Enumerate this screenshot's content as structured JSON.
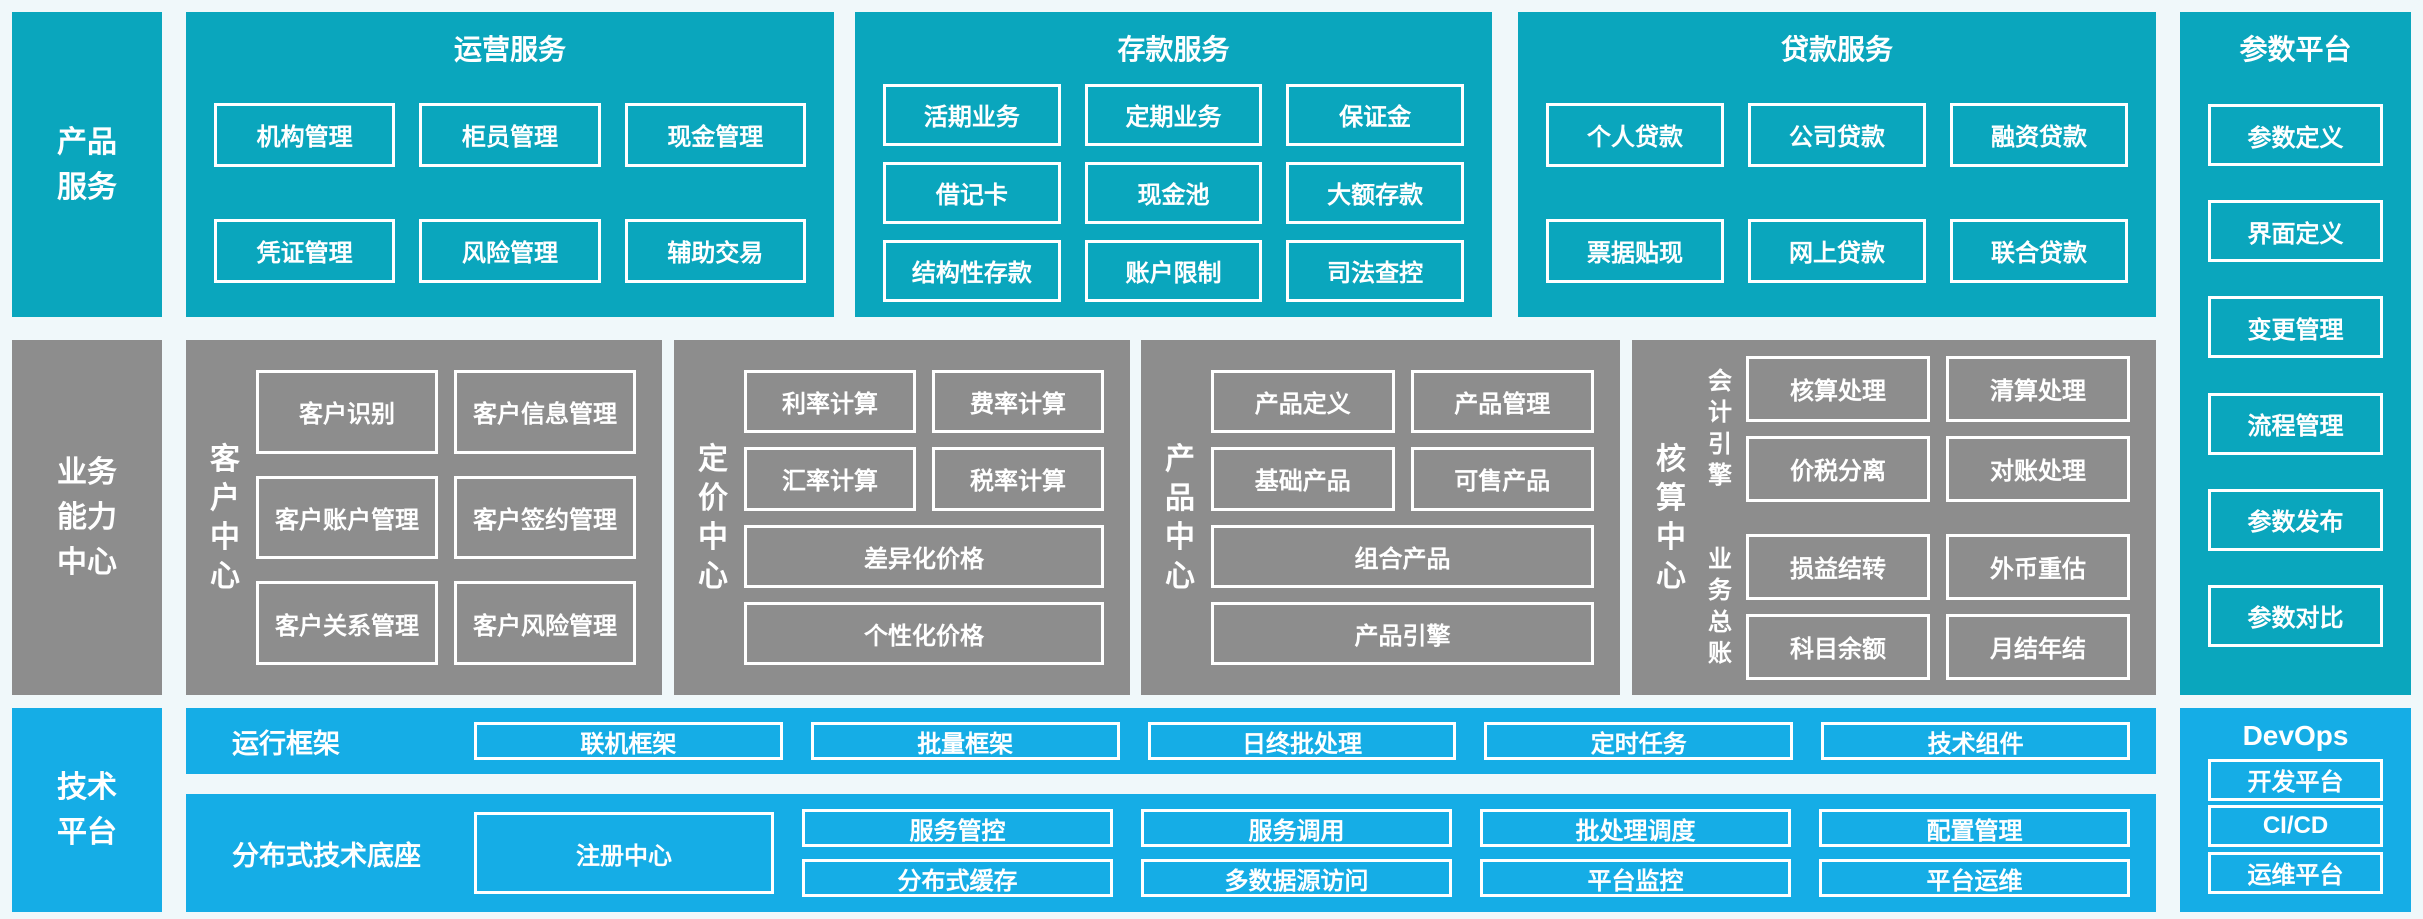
{
  "colors": {
    "teal": "#0AA6BD",
    "blue": "#15ADE6",
    "gray": "#8D8D8D",
    "background": "#F0F8FA",
    "text": "#FFFFFF"
  },
  "top": {
    "sidebar": "产品服务",
    "operations": {
      "title": "运营服务",
      "buttons": [
        "机构管理",
        "柜员管理",
        "现金管理",
        "凭证管理",
        "风险管理",
        "辅助交易"
      ]
    },
    "deposit": {
      "title": "存款服务",
      "buttons": [
        "活期业务",
        "定期业务",
        "保证金",
        "借记卡",
        "现金池",
        "大额存款",
        "结构性存款",
        "账户限制",
        "司法查控"
      ]
    },
    "loan": {
      "title": "贷款服务",
      "buttons": [
        "个人贷款",
        "公司贷款",
        "融资贷款",
        "票据贴现",
        "网上贷款",
        "联合贷款"
      ]
    }
  },
  "params": {
    "title": "参数平台",
    "buttons": [
      "参数定义",
      "界面定义",
      "变更管理",
      "流程管理",
      "参数发布",
      "参数对比"
    ]
  },
  "middle": {
    "sidebar": "业务能力中心",
    "customer": {
      "title": "客户中心",
      "buttons": [
        "客户识别",
        "客户信息管理",
        "客户账户管理",
        "客户签约管理",
        "客户关系管理",
        "客户风险管理"
      ]
    },
    "pricing": {
      "title": "定价中心",
      "buttons": [
        "利率计算",
        "费率计算",
        "汇率计算",
        "税率计算"
      ],
      "wide_buttons": [
        "差异化价格",
        "个性化价格"
      ]
    },
    "product": {
      "title": "产品中心",
      "buttons": [
        "产品定义",
        "产品管理",
        "基础产品",
        "可售产品"
      ],
      "wide_buttons": [
        "组合产品",
        "产品引擎"
      ]
    },
    "accounting": {
      "title": "核算中心",
      "groups": [
        {
          "label": "会计引擎",
          "buttons": [
            "核算处理",
            "清算处理",
            "价税分离",
            "对账处理"
          ]
        },
        {
          "label": "业务总账",
          "buttons": [
            "损益结转",
            "外币重估",
            "科目余额",
            "月结年结"
          ]
        }
      ]
    }
  },
  "bottom": {
    "sidebar": "技术平台",
    "runtime": {
      "label": "运行框架",
      "buttons": [
        "联机框架",
        "批量框架",
        "日终批处理",
        "定时任务",
        "技术组件"
      ]
    },
    "distributed": {
      "label": "分布式技术底座",
      "main_button": "注册中心",
      "buttons": [
        "服务管控",
        "分布式缓存",
        "服务调用",
        "多数据源访问",
        "批处理调度",
        "平台监控",
        "配置管理",
        "平台运维"
      ]
    },
    "devops": {
      "title": "DevOps",
      "buttons": [
        "开发平台",
        "CI/CD",
        "运维平台"
      ]
    }
  }
}
